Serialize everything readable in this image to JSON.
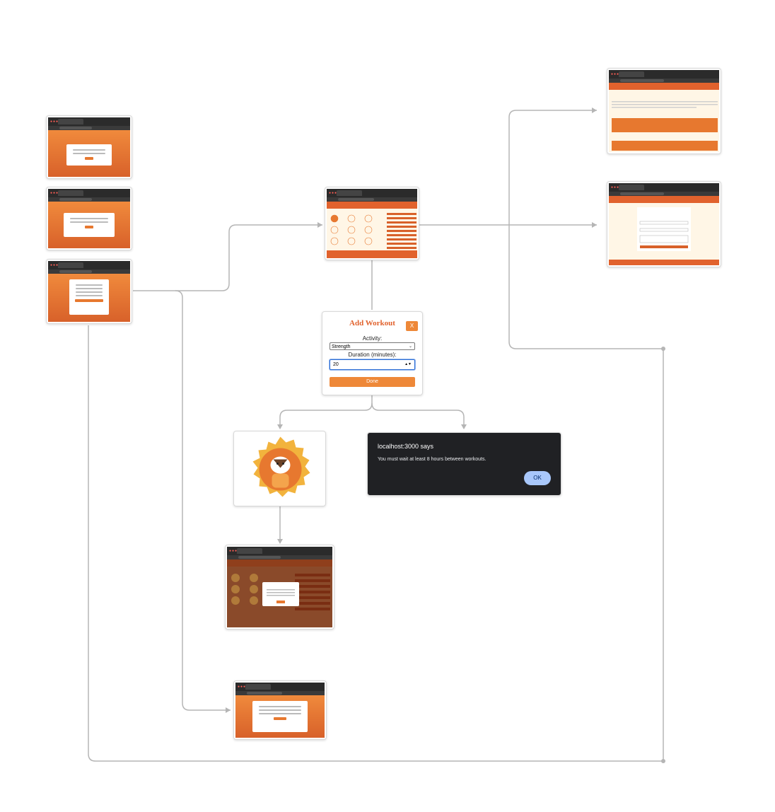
{
  "modal": {
    "title": "Add Workout",
    "close_label": "X",
    "activity_label": "Activity:",
    "activity_value": "Strength",
    "duration_label": "Duration (minutes):",
    "duration_value": "20",
    "done_label": "Done"
  },
  "alert": {
    "title": "localhost:3000 says",
    "message": "You must wait at least 8 hours between workouts.",
    "ok_label": "OK"
  },
  "colors": {
    "brand": "#e1622d",
    "accent": "#ee8838",
    "edge": "#b5b5b5"
  },
  "icons": {
    "badge": "badger-badge-icon"
  }
}
